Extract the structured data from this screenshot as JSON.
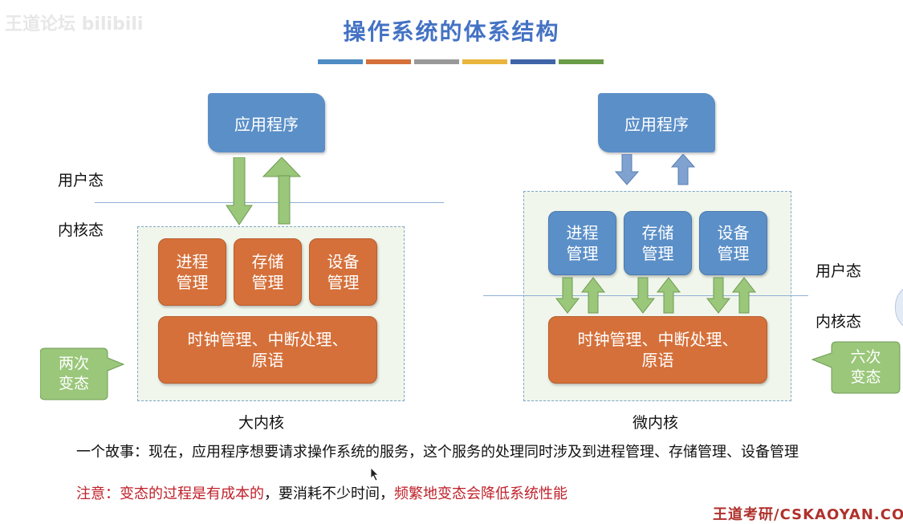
{
  "watermark": "王道论坛 bilibili",
  "title": "操作系统的体系结构",
  "colors": {
    "title": "#4472c4",
    "stripes": [
      "#4e8cc3",
      "#d5703a",
      "#999999",
      "#e9b53c",
      "#4064a8",
      "#6a9c48"
    ],
    "app_blue": "#5b8fc8",
    "module_orange": "#d5703a",
    "arrow_green": "#9ac77a",
    "arrow_blue": "#7fa2d0",
    "callout_green": "#9ac77a",
    "note_red": "#c0212a"
  },
  "left": {
    "user_state": "用户态",
    "kernel_state": "内核态",
    "app": "应用程序",
    "modules": [
      "进程\n管理",
      "存储\n管理",
      "设备\n管理"
    ],
    "base": "时钟管理、中断处理、\n原语",
    "callout": "两次\n变态",
    "caption": "大内核"
  },
  "right": {
    "user_state": "用户态",
    "kernel_state": "内核态",
    "app": "应用程序",
    "modules": [
      "进程\n管理",
      "存储\n管理",
      "设备\n管理"
    ],
    "base": "时钟管理、中断处理、\n原语",
    "callout": "六次\n变态",
    "caption": "微内核"
  },
  "story": "一个故事：现在，应用程序想要请求操作系统的服务，这个服务的处理同时涉及到进程管理、存储管理、设备管理",
  "note": {
    "part1": "注意：变态的过程是有成本的",
    "part2": "，要消耗不少时间，",
    "part3": "频繁地变态会降低系统性能"
  },
  "footer": "王道考研/CSKAOYAN.COM"
}
